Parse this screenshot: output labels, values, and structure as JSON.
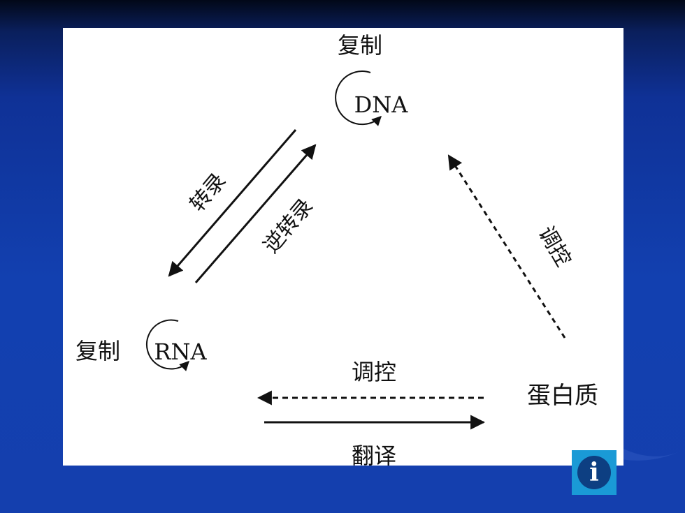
{
  "diagram": {
    "nodes": {
      "dna": "DNA",
      "rna": "RNA",
      "protein": "蛋白质"
    },
    "labels": {
      "dna_replication": "复制",
      "rna_replication": "复制",
      "transcription": "转录",
      "reverse_transcription": "逆转录",
      "regulation_protein_to_dna": "调控",
      "regulation_protein_to_rna": "调控",
      "translation": "翻译"
    }
  },
  "controls": {
    "info_glyph": "i",
    "info_icon": "info-icon"
  },
  "colors": {
    "background": "#143fae",
    "card": "#ffffff",
    "ink": "#111111",
    "info_button": "#1a9ad6",
    "info_circle": "#0d3f82"
  }
}
